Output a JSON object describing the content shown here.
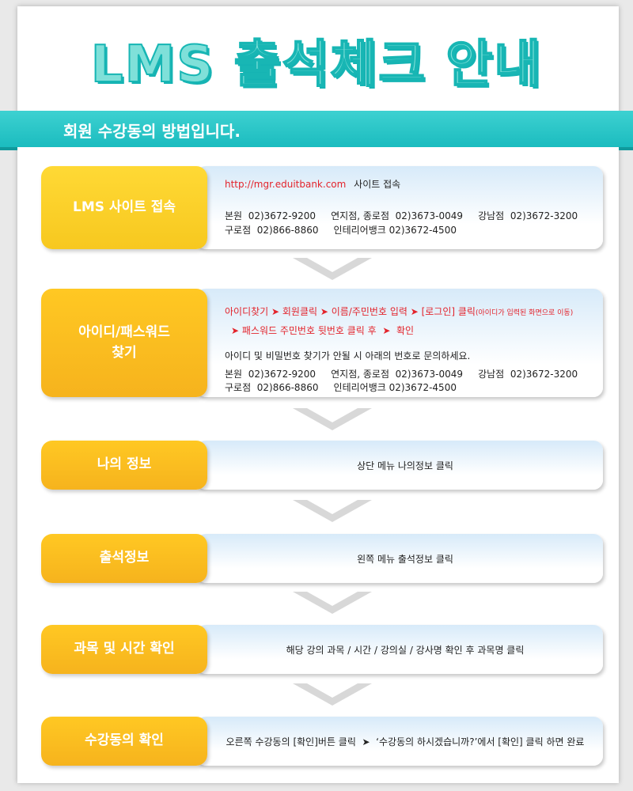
{
  "title": "LMS 출석체크 안내",
  "banner": "회원 수강동의 방법입니다.",
  "steps": [
    {
      "label": "LMS 사이트 접속",
      "url": "http://mgr.eduitbank.com",
      "url_suffix": "사이트 접속",
      "contact_line1": "본원  02)3672-9200     연지점, 종로점  02)3673-0049     강남점  02)3672-3200",
      "contact_line2": "구로점  02)866-8860     인테리어뱅크 02)3672-4500"
    },
    {
      "label_line1": "아이디/패스워드",
      "label_line2": "찾기",
      "red_line1": "아이디찾기  ➤  회원클릭  ➤  이름/주민번호 입력  ➤  [로그인] 클릭",
      "red_line1_note": "(아이디가 입력된 화면으로 이동)",
      "red_line2": "➤ 패스워드 주민번호 뒷번호 클릭 후  ➤  확인",
      "note": "아이디 및 비밀번호 찾기가 안될 시 아래의 번호로 문의하세요.",
      "contact_line1": "본원  02)3672-9200     연지점, 종로점  02)3673-0049     강남점  02)3672-3200",
      "contact_line2": "구로점  02)866-8860     인테리어뱅크 02)3672-4500"
    },
    {
      "label": "나의 정보",
      "text": "상단 메뉴 나의정보 클릭"
    },
    {
      "label": "출석정보",
      "text": "왼쪽 메뉴 출석정보 클릭"
    },
    {
      "label": "과목 및 시간 확인",
      "text": "해당 강의 과목 / 시간 / 강의실 / 강사명 확인 후 과목명 클릭"
    },
    {
      "label": "수강동의 확인",
      "text": "오른쪽 수강동의 [확인]버튼 클릭  ➤  ‘수강동의 하시겠습니까?’에서 [확인] 클릭 하면 완료"
    }
  ],
  "colors": {
    "title": "#7fe0d9",
    "banner": "#2cc7c9",
    "label_orange": "#f6b31d",
    "label_yellow": "#f7c81f",
    "accent_red": "#e3232b"
  },
  "icons": {
    "arrow": "chevron-down-icon"
  }
}
